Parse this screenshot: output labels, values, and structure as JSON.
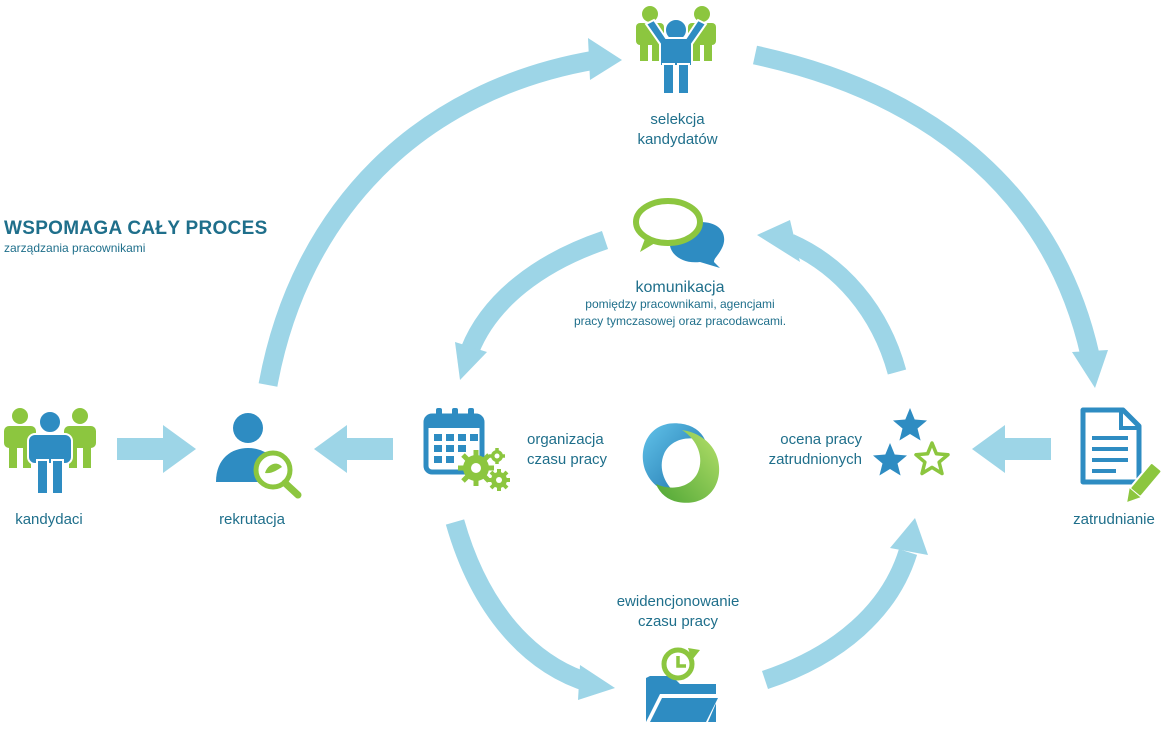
{
  "header": {
    "title": "WSPOMAGA CAŁY PROCES",
    "subtitle": "zarządzania pracownikami"
  },
  "nodes": {
    "kandydaci": "kandydaci",
    "rekrutacja": "rekrutacja",
    "selekcja_line1": "selekcja",
    "selekcja_line2": "kandydatów",
    "zatrudnianie": "zatrudnianie",
    "ocena_line1": "ocena pracy",
    "ocena_line2": "zatrudnionych",
    "organizacja_line1": "organizacja",
    "organizacja_line2": "czasu pracy",
    "ewidencja_line1": "ewidencjonowanie",
    "ewidencja_line2": "czasu pracy",
    "komunikacja_title": "komunikacja",
    "komunikacja_line1": "pomiędzy pracownikami, agencjami",
    "komunikacja_line2": "pracy tymczasowej oraz pracodawcami."
  },
  "colors": {
    "arrow": "#9dd5e7",
    "blue": "#2e8cc2",
    "green": "#8cc63f",
    "text": "#1f6f8b"
  },
  "icons": {
    "kandydaci": "people-group-icon",
    "rekrutacja": "person-search-icon",
    "selekcja": "selected-person-icon",
    "zatrudnianie": "contract-document-icon",
    "ocena": "stars-rating-icon",
    "organizacja": "calendar-gears-icon",
    "ewidencja": "folder-clock-icon",
    "komunikacja": "chat-bubbles-icon",
    "center": "logo-swirl-icon"
  }
}
